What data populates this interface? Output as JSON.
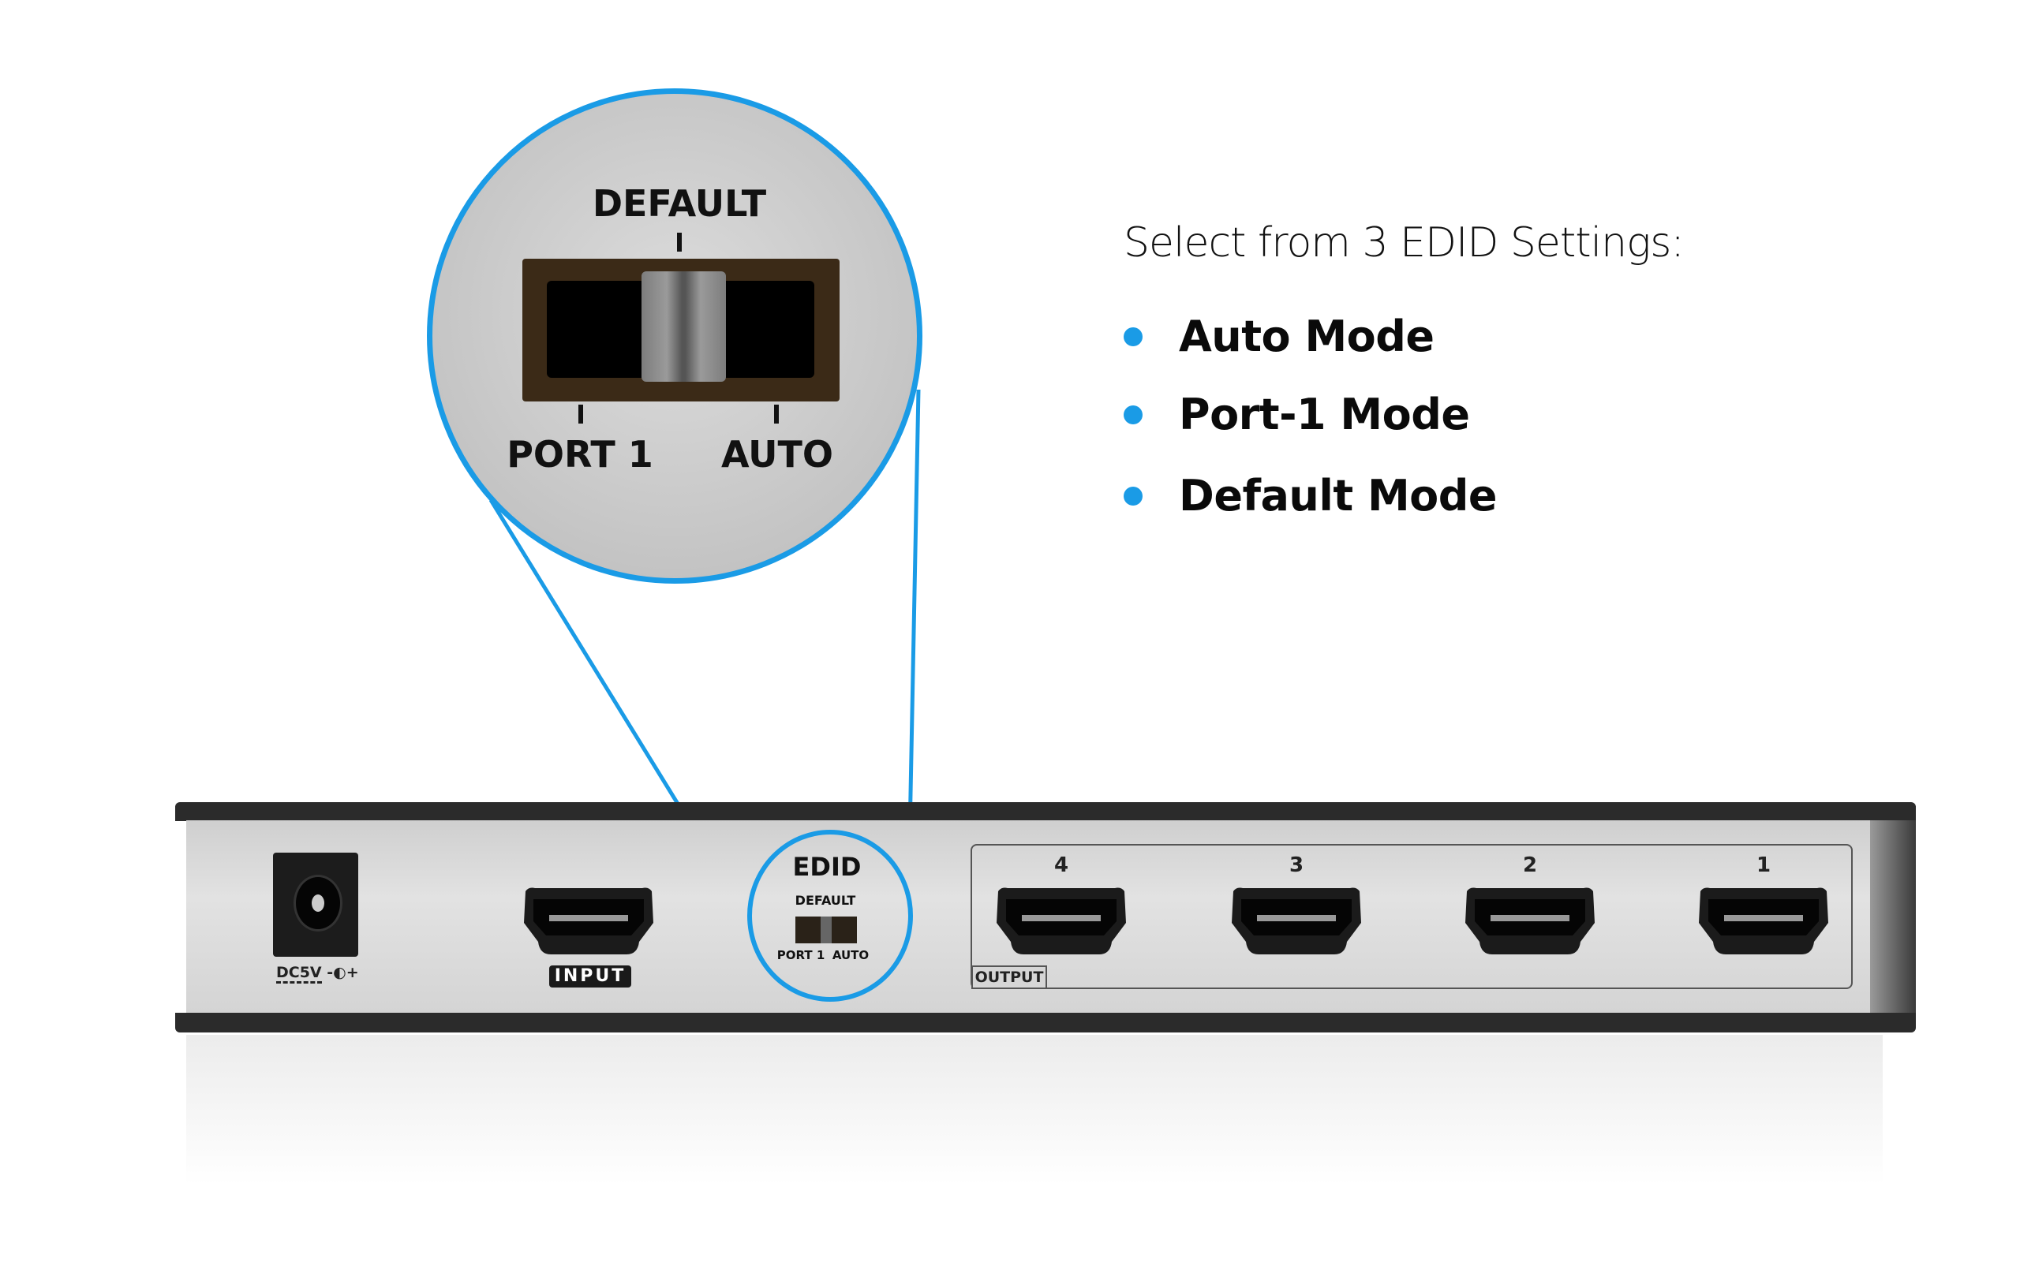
{
  "heading": "Select from 3 EDID Settings:",
  "modes": [
    "Auto Mode",
    "Port-1 Mode",
    "Default Mode"
  ],
  "zoom_callout": {
    "default_label": "DEFAULT",
    "port1_label": "PORT 1",
    "auto_label": "AUTO"
  },
  "device": {
    "power_label": "DC5V",
    "power_symbol": "-◐+",
    "input_label": "INPUT",
    "edid_label": "EDID",
    "edid_default": "DEFAULT",
    "edid_port1": "PORT 1",
    "edid_auto": "AUTO",
    "output_label": "OUTPUT",
    "output_ports": [
      "4",
      "3",
      "2",
      "1"
    ]
  },
  "colors": {
    "accent": "#1a9be6",
    "device_silver": "#d8d8d8",
    "device_dark": "#2b2b2b"
  }
}
